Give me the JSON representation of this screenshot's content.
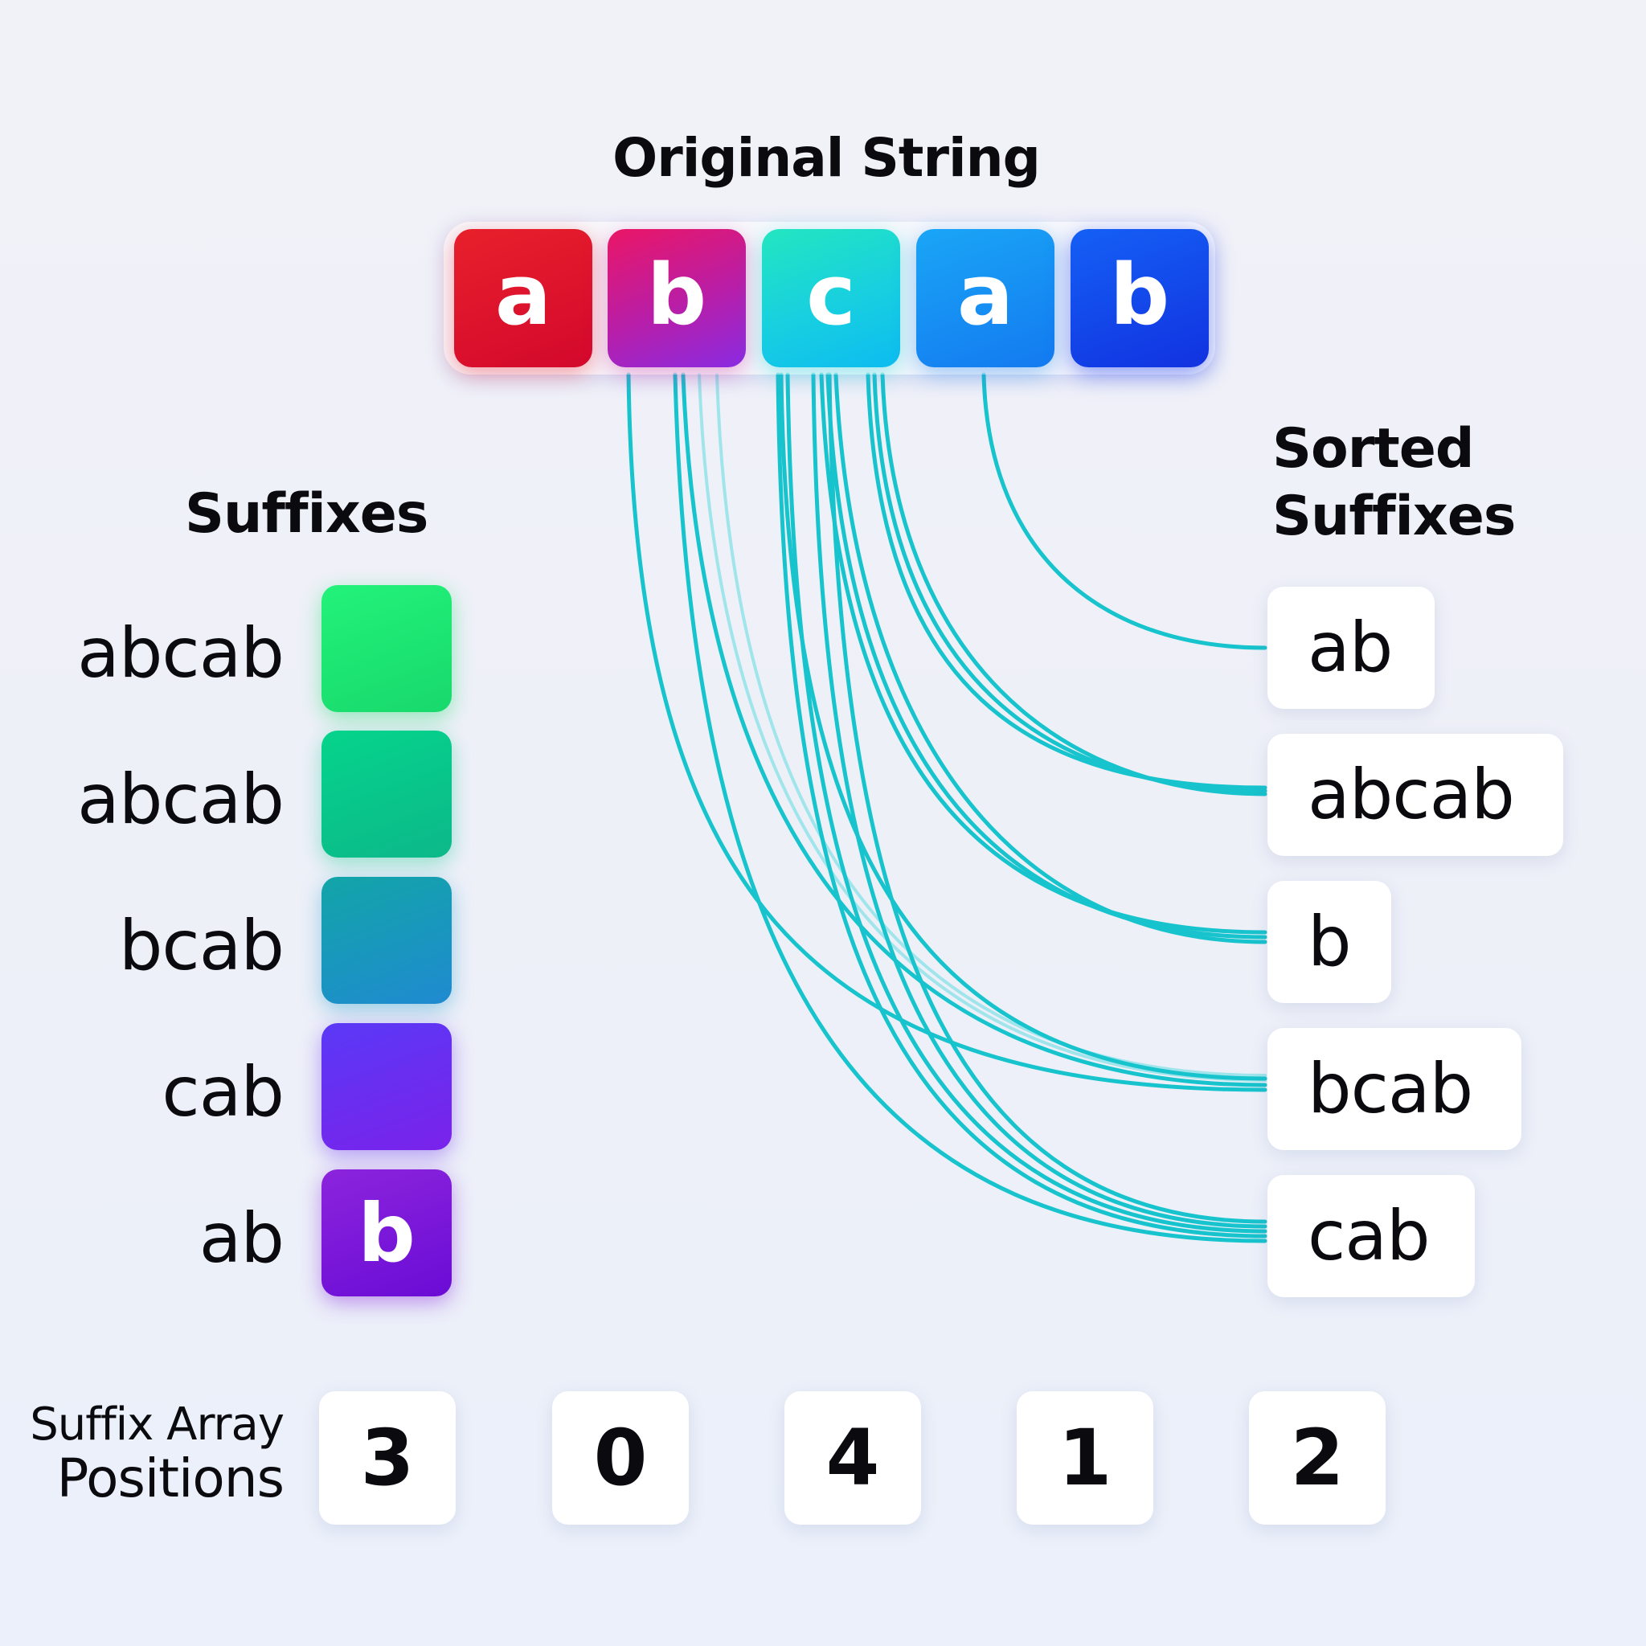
{
  "titles": {
    "original": "Original String",
    "suffixes": "Suffixes",
    "sorted_line1": "Sorted",
    "sorted_line2": "Suffixes"
  },
  "original_string": {
    "chars": [
      "a",
      "b",
      "c",
      "a",
      "b"
    ],
    "colors": [
      "#e01628",
      "#c81e90",
      "#1ed6d8",
      "#1a8cf4",
      "#1446ea"
    ]
  },
  "suffixes": {
    "labels": [
      "abcab",
      "abcab",
      "bcab",
      "cab",
      "ab"
    ],
    "swatch_text": [
      "",
      "",
      "",
      "",
      "b"
    ],
    "swatch_colors": [
      "#20e872",
      "#08c98a",
      "#1798bc",
      "#6a2ef0",
      "#7c18d8"
    ]
  },
  "sorted_suffixes": [
    "ab",
    "abcab",
    "b",
    "bcab",
    "cab"
  ],
  "suffix_array": {
    "label_line1": "Suffix Array",
    "label_line2": "Positions",
    "positions": [
      "3",
      "0",
      "4",
      "1",
      "2"
    ]
  },
  "link_color": "#17c3cc"
}
